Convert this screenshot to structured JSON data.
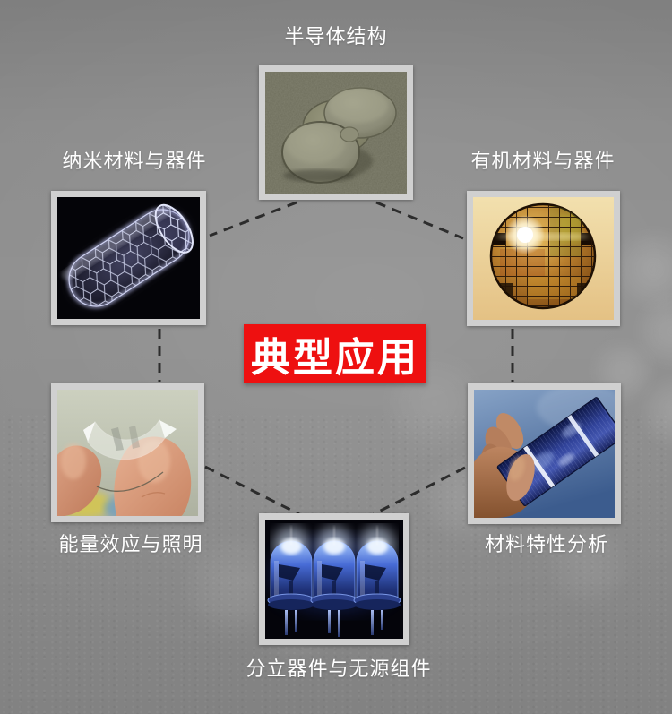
{
  "title_badge": {
    "label": "典型应用",
    "bg_color": "#ee1010",
    "text_color": "#ffffff"
  },
  "nodes": [
    {
      "id": "semiconductor-structure",
      "label": "半导体结构",
      "image": "sem-micrograph-discs",
      "position": "top"
    },
    {
      "id": "nano-materials-devices",
      "label": "纳米材料与器件",
      "image": "carbon-nanotube",
      "position": "upper-left"
    },
    {
      "id": "organic-materials-devices",
      "label": "有机材料与器件",
      "image": "silicon-wafer",
      "position": "upper-right"
    },
    {
      "id": "energy-effects-lighting",
      "label": "能量效应与照明",
      "image": "flexible-film-in-fingers",
      "position": "lower-left"
    },
    {
      "id": "material-property-analysis",
      "label": "材料特性分析",
      "image": "solar-cell-in-hand",
      "position": "lower-right"
    },
    {
      "id": "discrete-passive-components",
      "label": "分立器件与无源组件",
      "image": "blue-leds",
      "position": "bottom"
    }
  ],
  "connectors": {
    "color": "#1b1b1b",
    "style": "dashed"
  },
  "frame_color": "#d0d0d0",
  "label_color": "#ffffff"
}
